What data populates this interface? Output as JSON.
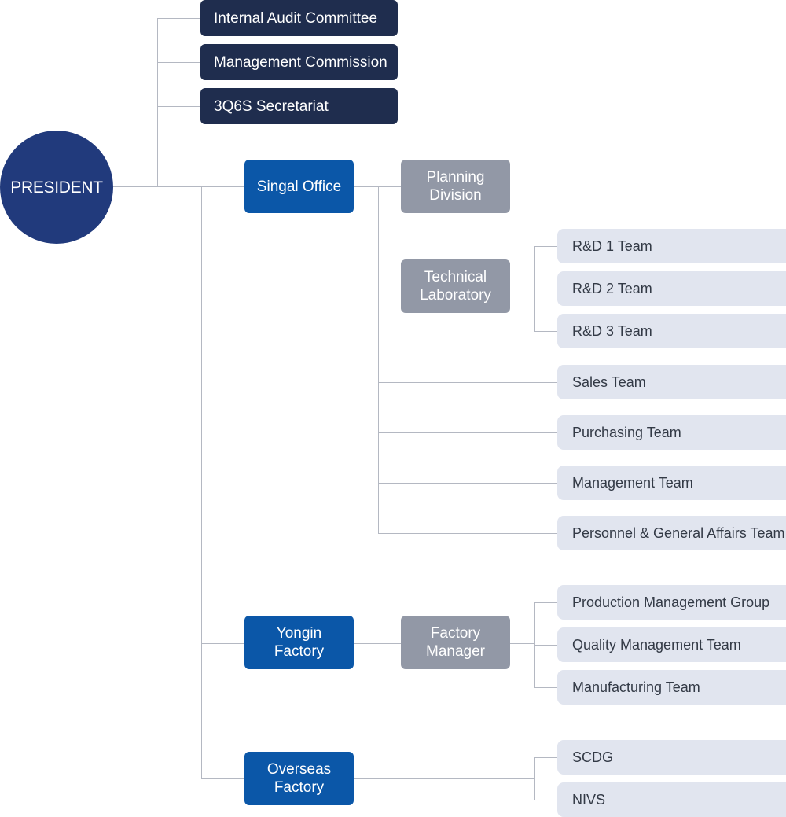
{
  "president": "PRESIDENT",
  "committees": [
    "Internal Audit Committee",
    "Management Commission",
    "3Q6S Secretariat"
  ],
  "offices": {
    "singal": "Singal Office",
    "yongin": "Yongin\nFactory",
    "overseas": "Overseas\nFactory"
  },
  "divisions": {
    "planning": "Planning\nDivision",
    "technical": "Technical\nLaboratory",
    "factory_manager": "Factory\nManager"
  },
  "teams": {
    "rnd": [
      "R&D 1 Team",
      "R&D 2 Team",
      "R&D 3 Team"
    ],
    "singal": [
      "Sales Team",
      "Purchasing Team",
      "Management Team",
      "Personnel & General Affairs Team"
    ],
    "yongin": [
      "Production Management Group",
      "Quality Management Team",
      "Manufacturing Team"
    ],
    "overseas": [
      "SCDG",
      "NIVS"
    ]
  },
  "colors": {
    "president": "#213a7c",
    "committee": "#1f2d4e",
    "office": "#0b57a8",
    "division": "#9298a6",
    "team": "#e1e5ef",
    "connector": "#b4b8c2"
  }
}
